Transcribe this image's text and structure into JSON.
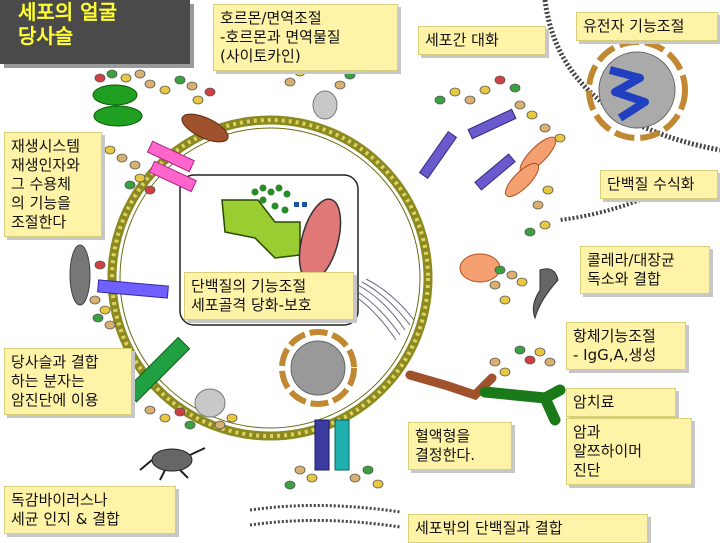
{
  "title": {
    "lines": [
      "세포의 얼굴",
      "당사슬"
    ]
  },
  "labels": {
    "hormone": [
      "호르몬/면역조절",
      "-호르몬과 면역물질",
      "(사이토카인)"
    ],
    "cell_talk": [
      "세포간 대화"
    ],
    "gene": [
      "유전자 기능조절"
    ],
    "regen": [
      "재생시스템",
      "재생인자와",
      "그 수용체",
      "의 기능을",
      "조절한다"
    ],
    "protein_mod": [
      "단백질 수식화"
    ],
    "cholera": [
      "콜레라/대장균",
      "독소와 결합"
    ],
    "protein_func": [
      "단백질의 기능조절",
      "세포골격 당화-보호"
    ],
    "antibody": [
      "항체기능조절",
      "- IgG,A,생성"
    ],
    "dental": [
      "암치료"
    ],
    "diagnosis": [
      "당사슬과 결합",
      "하는 분자는",
      "암진단에 이용"
    ],
    "blood": [
      "혈액형을",
      "결정한다."
    ],
    "cancer": [
      "암과",
      "알쯔하이머",
      "진단"
    ],
    "virus": [
      "독감바이러스나",
      "세균 인지 & 결합"
    ],
    "extracell": [
      "세포밖의 단백질과 결합"
    ]
  },
  "colors": {
    "membrane": "#8a8a20",
    "bead_yellow": "#e8c840",
    "bead_tan": "#d8b070",
    "bead_green": "#3aa040",
    "bead_red": "#d04040",
    "bead_blue": "#3050c0",
    "nucleus": "#999999",
    "ring": "#c08830",
    "label_bg": "#fff3a8",
    "title_bg": "#4a4a4a",
    "title_text": "#ffff33"
  }
}
